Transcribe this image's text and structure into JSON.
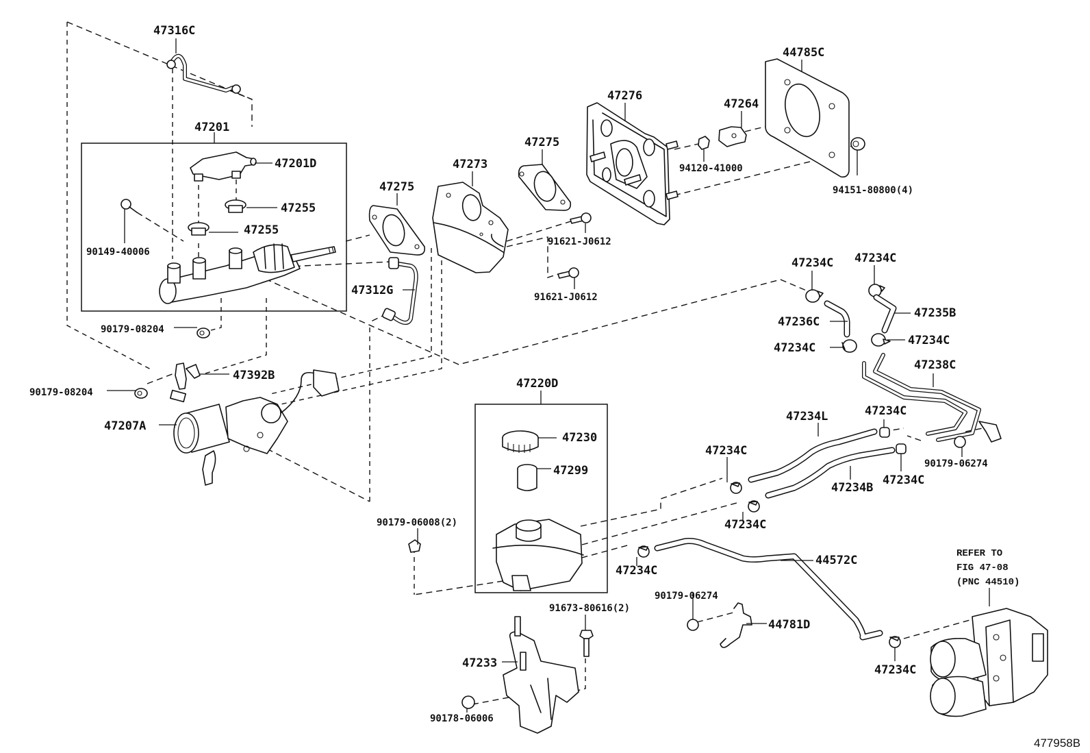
{
  "figure": {
    "id": "477958B",
    "type": "parts-exploded-diagram",
    "subject": "Brake master cylinder / reservoir / ABS actuator tubing"
  },
  "labels": {
    "p47316C": "47316C",
    "p47201": "47201",
    "p47201D": "47201D",
    "p47255a": "47255",
    "p47255b": "47255",
    "p90149": "90149-40006",
    "p90179_08204a": "90179-08204",
    "p90179_08204b": "90179-08204",
    "p47392B": "47392B",
    "p47207A": "47207A",
    "p47312G": "47312G",
    "p47275a": "47275",
    "p47273": "47273",
    "p47275b": "47275",
    "p47276": "47276",
    "p47264": "47264",
    "p44785C": "44785C",
    "p94120": "94120-41000",
    "p94151": "94151-80800(4)",
    "p91621a": "91621-J0612",
    "p91621b": "91621-J0612",
    "p47234C_1": "47234C",
    "p47234C_2": "47234C",
    "p47235B": "47235B",
    "p47236C": "47236C",
    "p47234C_3": "47234C",
    "p47234C_4": "47234C",
    "p47238C": "47238C",
    "p47234C_5": "47234C",
    "p47234L": "47234L",
    "p90179_06274a": "90179-06274",
    "p47234C_6": "47234C",
    "p47234B": "47234B",
    "p47234C_7": "47234C",
    "p47234C_8": "47234C",
    "p47220D": "47220D",
    "p47230": "47230",
    "p47299": "47299",
    "p90179_06008": "90179-06008(2)",
    "p47234C_9": "47234C",
    "p44572C": "44572C",
    "p90179_06274b": "90179-06274",
    "p44781D": "44781D",
    "p91673": "91673-80616(2)",
    "p47233": "47233",
    "p90178": "90178-06006",
    "p47234C_10": "47234C"
  },
  "reference_note": {
    "line1": "REFER TO",
    "line2": "FIG 47-08",
    "line3": "(PNC 44510)"
  }
}
